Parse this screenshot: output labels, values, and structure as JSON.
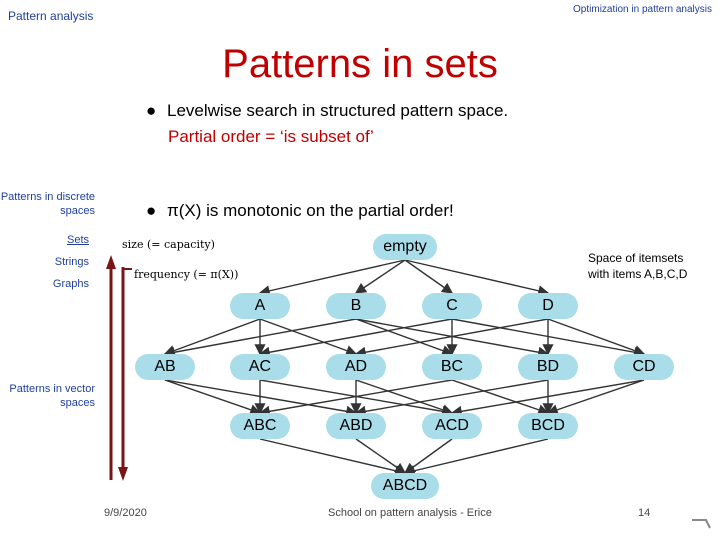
{
  "header": {
    "left": "Pattern analysis",
    "right": "Optimization in pattern analysis"
  },
  "title": "Patterns in sets",
  "bullets": {
    "b1": "Levelwise search in structured pattern space.",
    "b1_sub": "Partial order = ‘is subset of’",
    "b2": "π(X) is monotonic on the partial order!"
  },
  "sidebar": {
    "discrete": "Patterns in discrete spaces",
    "sets": "Sets",
    "strings": "Strings",
    "graphs": "Graphs",
    "vector": "Patterns in vector spaces"
  },
  "legend": {
    "size": "size (= capacity)",
    "frequency": "frequency (= π(X))"
  },
  "space_label": {
    "line1": "Space of itemsets",
    "line2": "with items A,B,C,D"
  },
  "nodes": {
    "empty": "empty",
    "A": "A",
    "B": "B",
    "C": "C",
    "D": "D",
    "AB": "AB",
    "AC": "AC",
    "AD": "AD",
    "BC": "BC",
    "BD": "BD",
    "CD": "CD",
    "ABC": "ABC",
    "ABD": "ABD",
    "ACD": "ACD",
    "BCD": "BCD",
    "ABCD": "ABCD"
  },
  "footer": {
    "date": "9/9/2020",
    "center": "School on pattern analysis - Erice",
    "page": "14"
  },
  "colors": {
    "title": "#c00000",
    "node_fill": "#a9dde9",
    "arrow": "#7a1515",
    "sidebar_text": "#1f3f9f"
  }
}
